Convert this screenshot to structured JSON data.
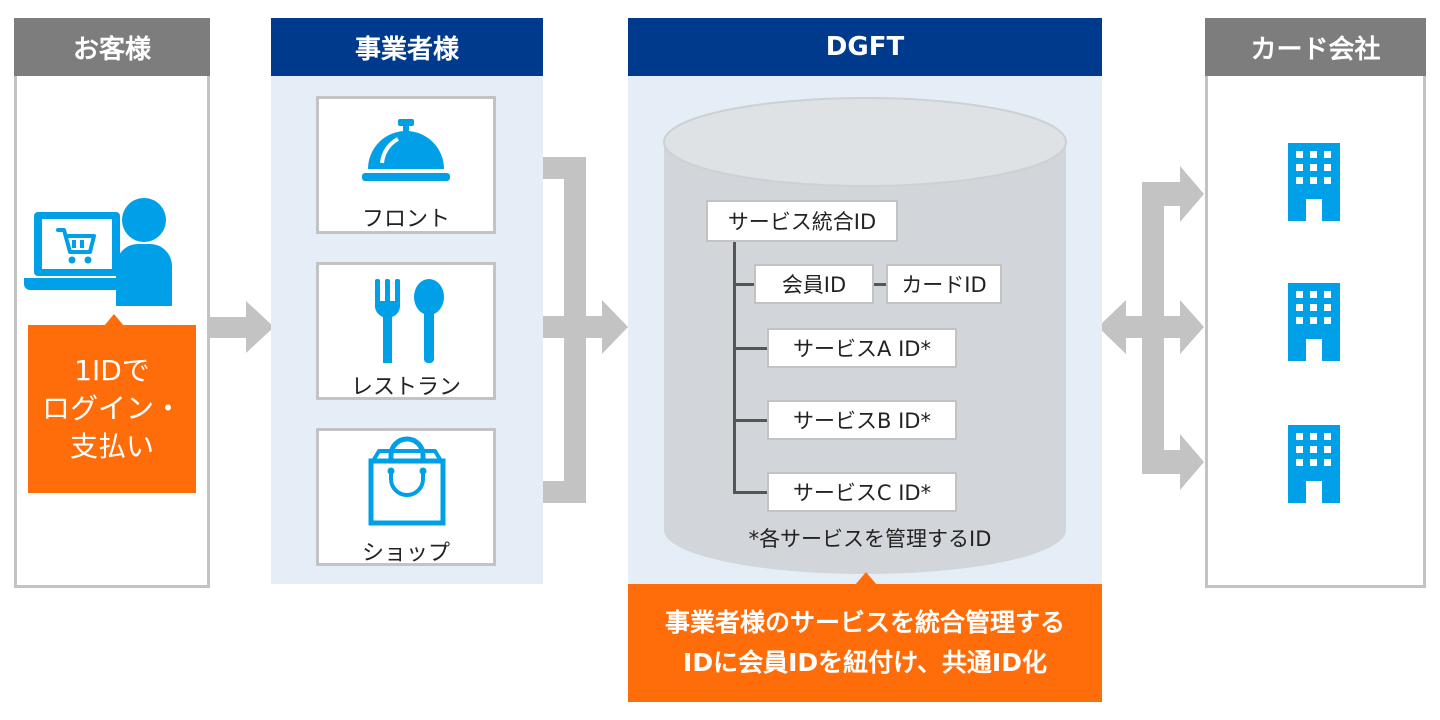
{
  "columns": {
    "customer": {
      "title": "お客様"
    },
    "business": {
      "title": "事業者様",
      "venues": [
        {
          "label": "フロント",
          "icon": "service-bell-icon"
        },
        {
          "label": "レストラン",
          "icon": "fork-spoon-icon"
        },
        {
          "label": "ショップ",
          "icon": "shopping-bag-icon"
        }
      ]
    },
    "dgft": {
      "title": "DGFT"
    },
    "card": {
      "title": "カード会社",
      "icon": "building-icon"
    }
  },
  "customer_callout": {
    "line1": "1IDで",
    "line2": "ログイン・",
    "line3": "支払い"
  },
  "ids": {
    "root": "サービス統合ID",
    "member": "会員ID",
    "card": "カードID",
    "service_a": "サービスA ID*",
    "service_b": "サービスB ID*",
    "service_c": "サービスC ID*",
    "footnote": "*各サービスを管理するID"
  },
  "dgft_callout": {
    "line1": "事業者様のサービスを統合管理する",
    "line2": "IDに会員IDを紐付け、共通ID化"
  },
  "colors": {
    "header_gray": "#7d7d7d",
    "header_navy": "#003a8c",
    "icon_blue": "#00a0e9",
    "callout_orange": "#ff6d0a",
    "arrow_gray": "#c3c3c3"
  }
}
